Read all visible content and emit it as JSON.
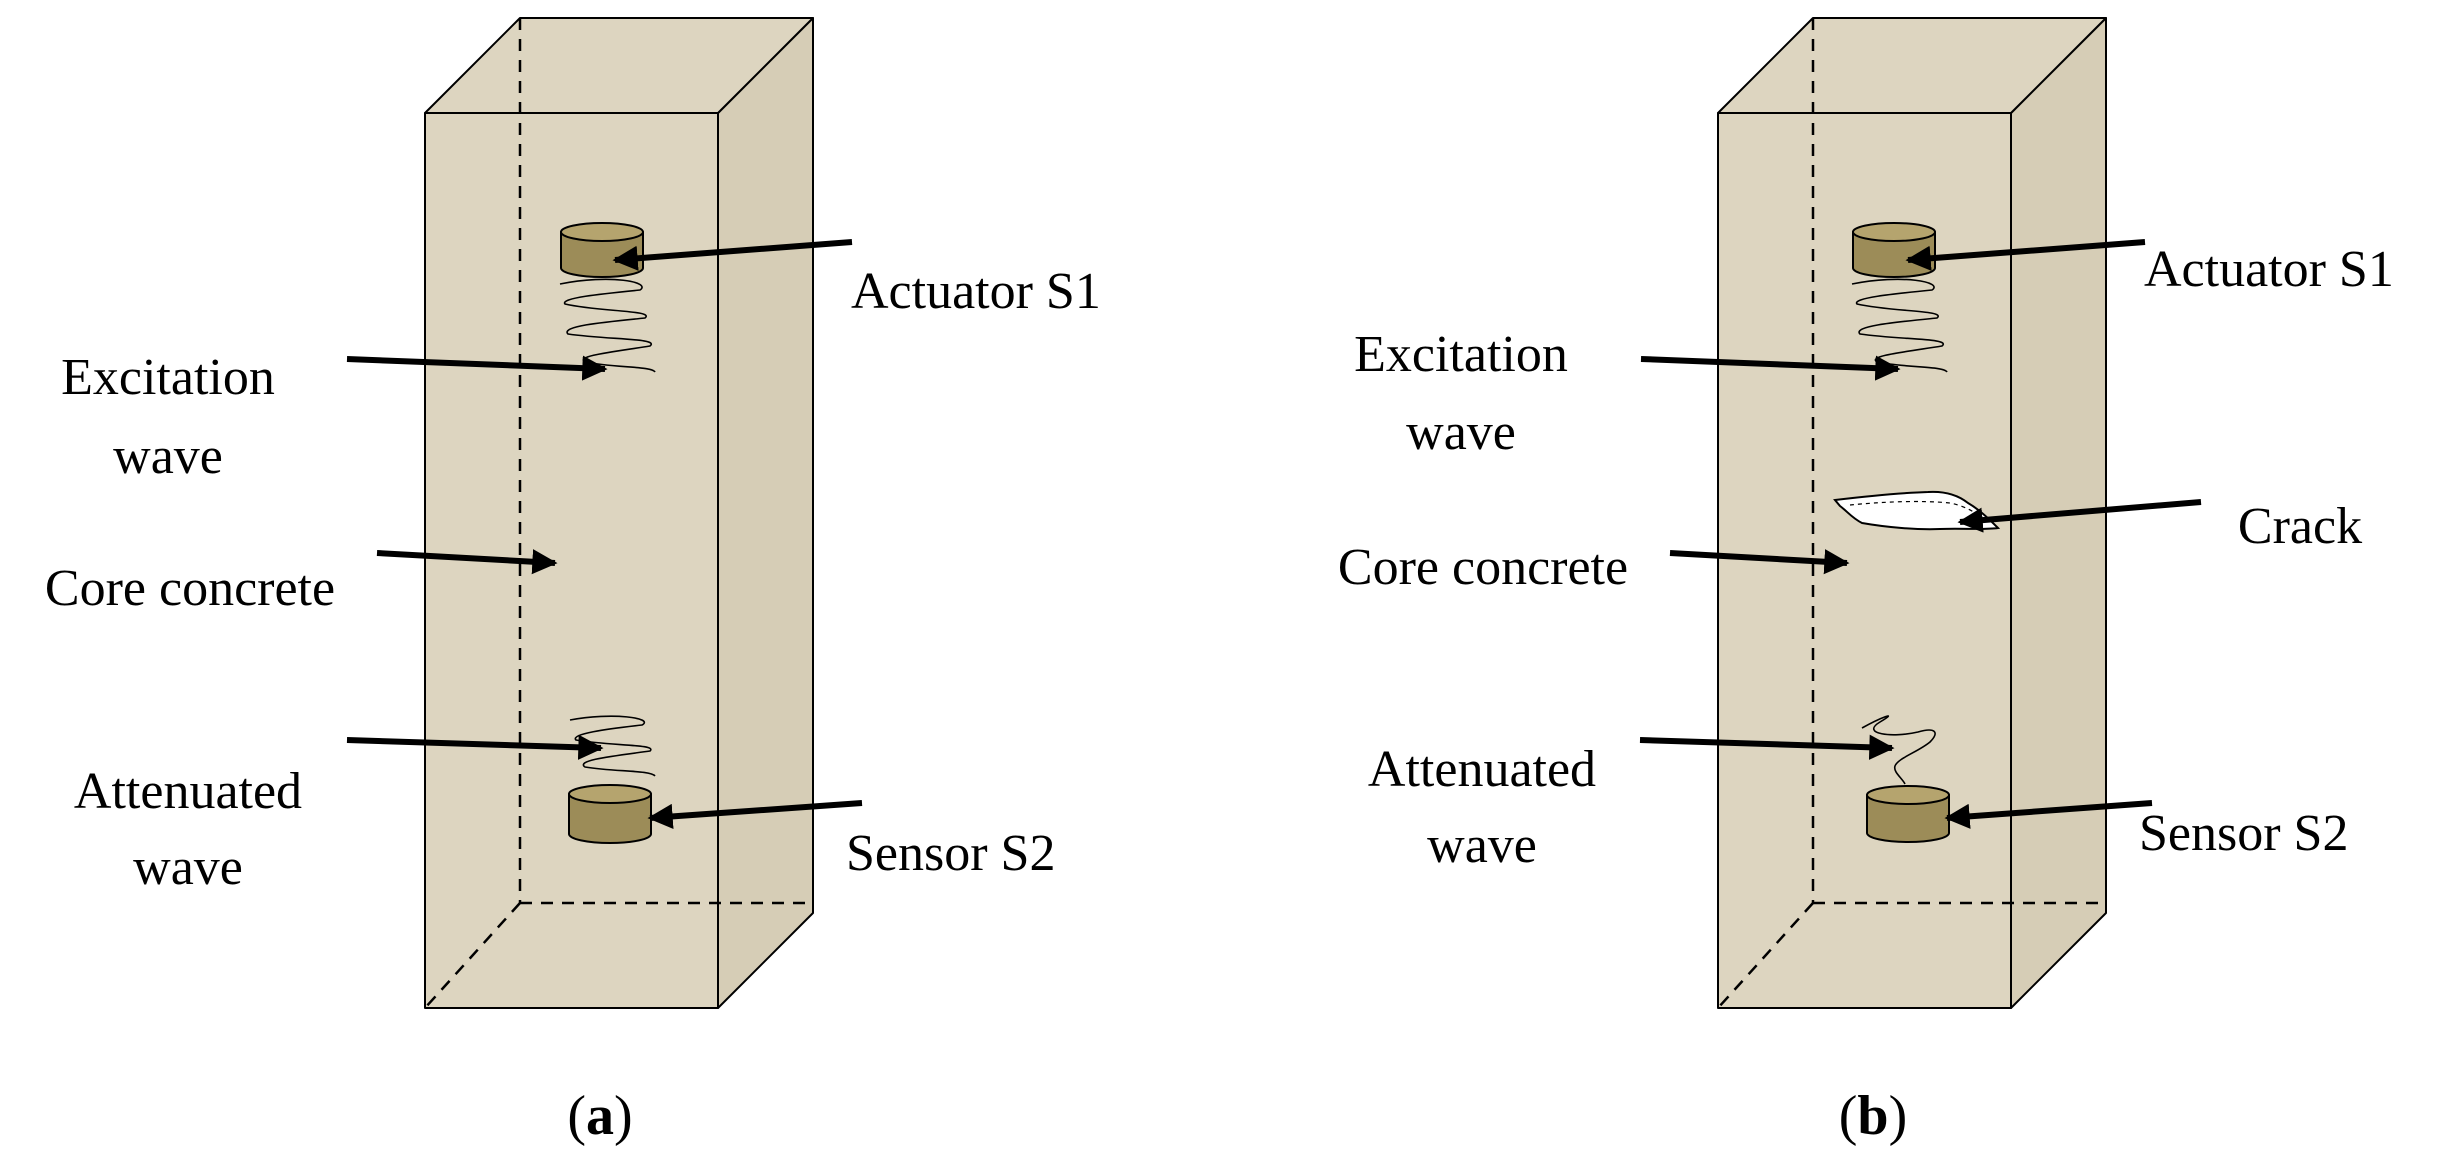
{
  "colors": {
    "concrete_fill": "#ddd5c0",
    "concrete_side": "#d6cdb6",
    "disk_body": "#9c8c58",
    "disk_top": "#b5a46e",
    "line": "#000000"
  },
  "panel_a": {
    "caption_open": "(",
    "caption_letter": "a",
    "caption_close": ")",
    "labels": {
      "actuator": "Actuator S1",
      "excitation_line1": "Excitation",
      "excitation_line2": "wave",
      "core": "Core concrete",
      "attenuated_line1": "Attenuated",
      "attenuated_line2": "wave",
      "sensor": "Sensor S2"
    }
  },
  "panel_b": {
    "caption_open": "(",
    "caption_letter": "b",
    "caption_close": ")",
    "labels": {
      "actuator": "Actuator S1",
      "excitation_line1": "Excitation",
      "excitation_line2": "wave",
      "crack": "Crack",
      "core": "Core concrete",
      "attenuated_line1": "Attenuated",
      "attenuated_line2": "wave",
      "sensor": "Sensor S2"
    }
  }
}
